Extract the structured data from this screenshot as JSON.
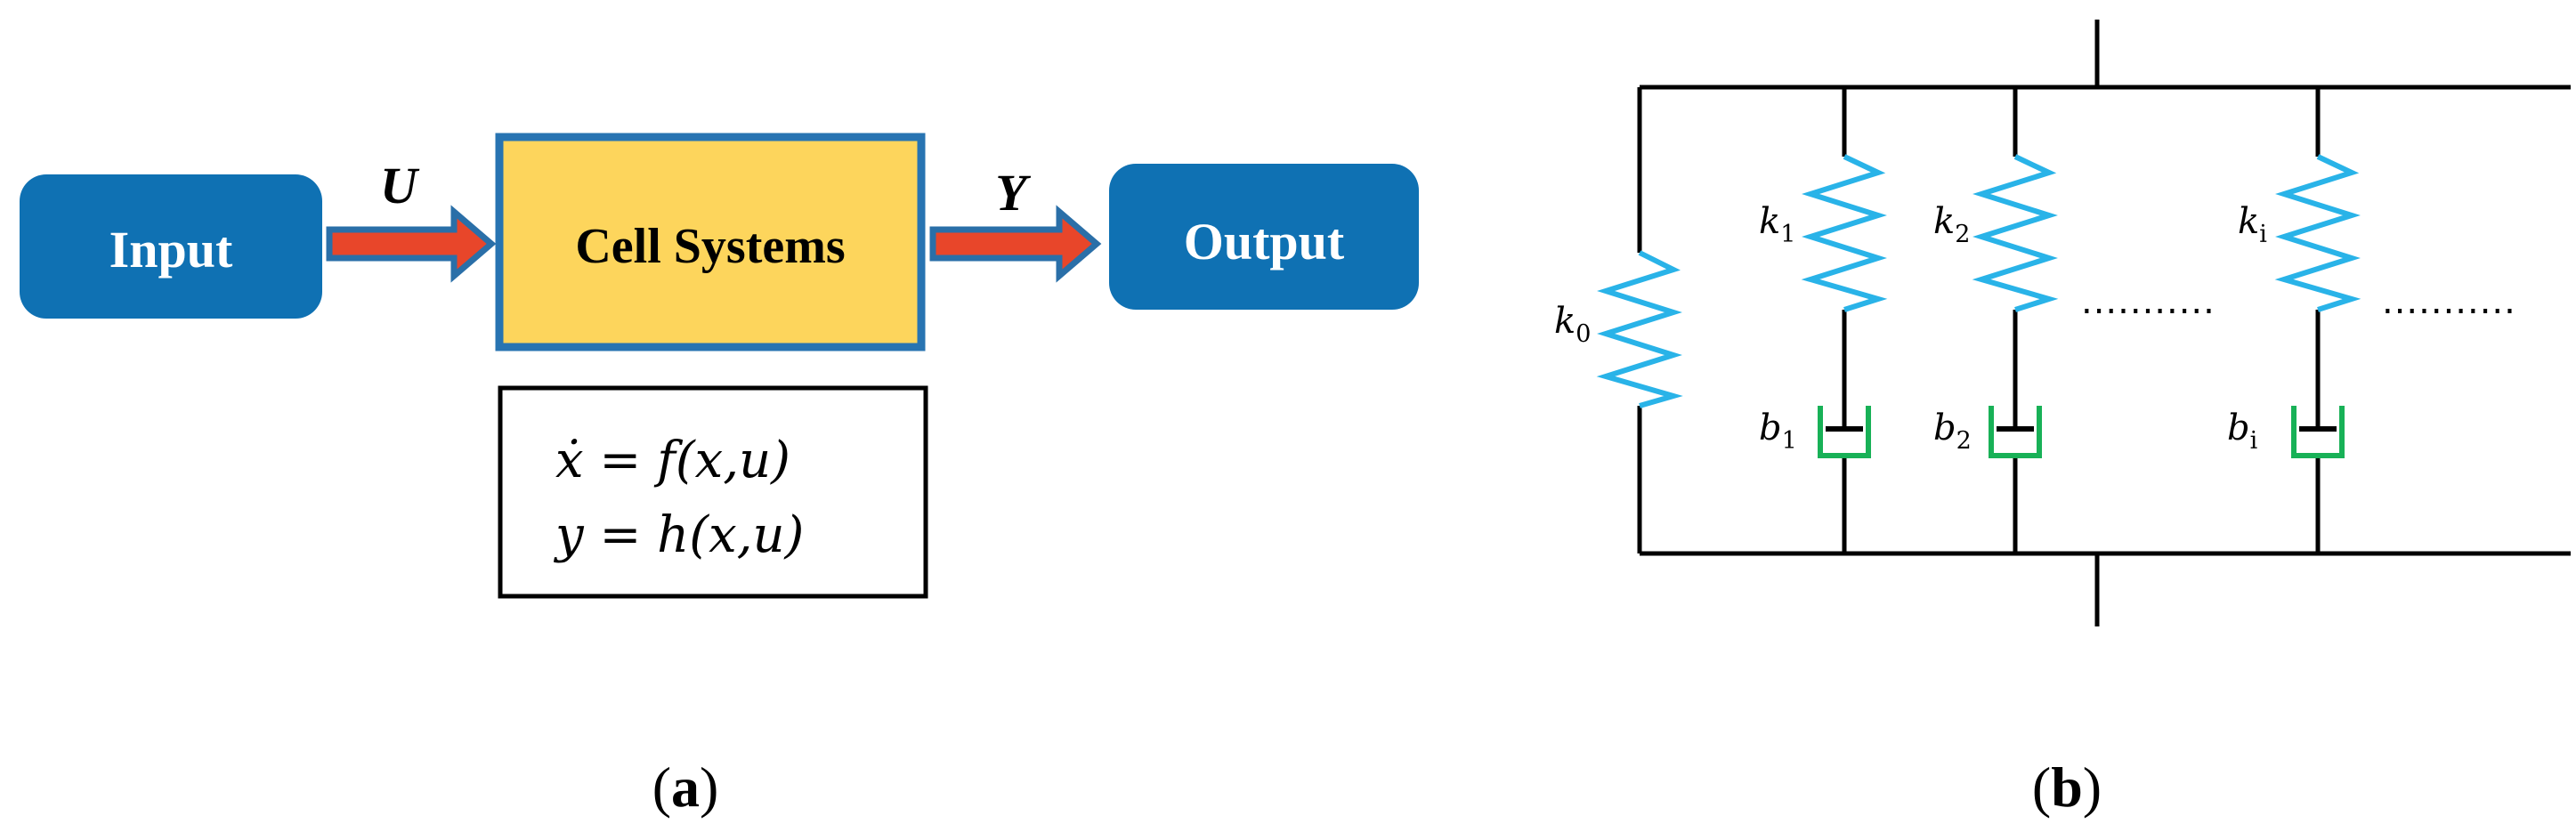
{
  "panel_a": {
    "input_label": "Input",
    "system_label": "Cell Systems",
    "output_label": "Output",
    "input_signal": "U",
    "output_signal": "Y",
    "equation_1": "ẋ = f(x,u)",
    "equation_2": "y = h(x,u)",
    "caption_letter": "a"
  },
  "panel_b": {
    "spring_0": {
      "symbol": "k",
      "sub": "0"
    },
    "spring_1": {
      "symbol": "k",
      "sub": "1"
    },
    "spring_2": {
      "symbol": "k",
      "sub": "2"
    },
    "spring_i": {
      "symbol": "k",
      "sub": "i"
    },
    "damper_1": {
      "symbol": "b",
      "sub": "1"
    },
    "damper_2": {
      "symbol": "b",
      "sub": "2"
    },
    "damper_i": {
      "symbol": "b",
      "sub": "i"
    },
    "ellipsis": "...........",
    "caption_letter": "b"
  },
  "colors": {
    "terminal_box": "#0f71b3",
    "system_box_fill": "#fdd55c",
    "system_box_stroke": "#2874b2",
    "arrow_fill": "#e8462a",
    "arrow_stroke": "#2a6fa8",
    "spring": "#29b3e8",
    "damper": "#18b157"
  }
}
